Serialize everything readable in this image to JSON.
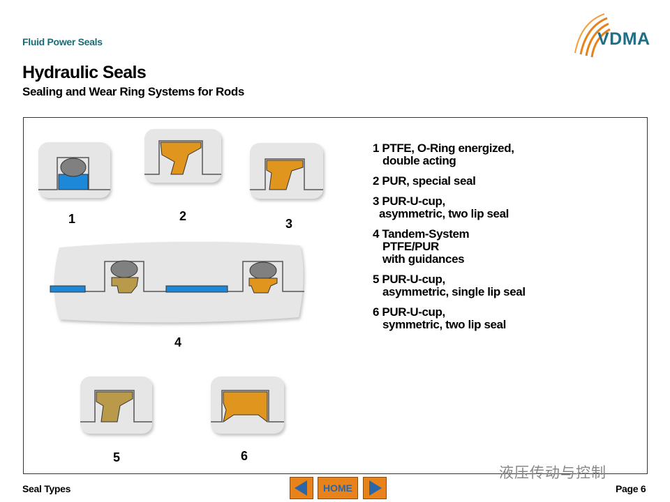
{
  "header": {
    "section_label": "Fluid Power Seals",
    "title": "Hydraulic Seals",
    "subtitle": "Sealing and Wear Ring Systems for Rods",
    "logo_text": "VDMA"
  },
  "diagram": {
    "labels": [
      "1",
      "2",
      "3",
      "4",
      "5",
      "6"
    ]
  },
  "legend": [
    {
      "num": "1",
      "lines": [
        "PTFE, O-Ring energized,",
        "double acting"
      ]
    },
    {
      "num": "2",
      "lines": [
        "PUR, special seal"
      ]
    },
    {
      "num": "3",
      "lines": [
        "PUR-U-cup,",
        "asymmetric, two lip seal"
      ]
    },
    {
      "num": "4",
      "lines": [
        "Tandem-System",
        "PTFE/PUR",
        "with guidances"
      ]
    },
    {
      "num": "5",
      "lines": [
        "PUR-U-cup,",
        "asymmetric, single lip seal"
      ]
    },
    {
      "num": "6",
      "lines": [
        "PUR-U-cup,",
        "symmetric, two lip seal"
      ]
    }
  ],
  "footer": {
    "left": "Seal Types",
    "home_label": "HOME",
    "page": "Page 6",
    "watermark": "液压传动与控制"
  },
  "colors": {
    "ptfe_blue": "#1e88d8",
    "pur_orange": "#e0961e",
    "pur_olive": "#b89a4a",
    "oring_gray": "#808080",
    "groove_bg": "#e6e6e6",
    "brand_teal": "#1f6f88",
    "button_orange": "#e8821a"
  }
}
